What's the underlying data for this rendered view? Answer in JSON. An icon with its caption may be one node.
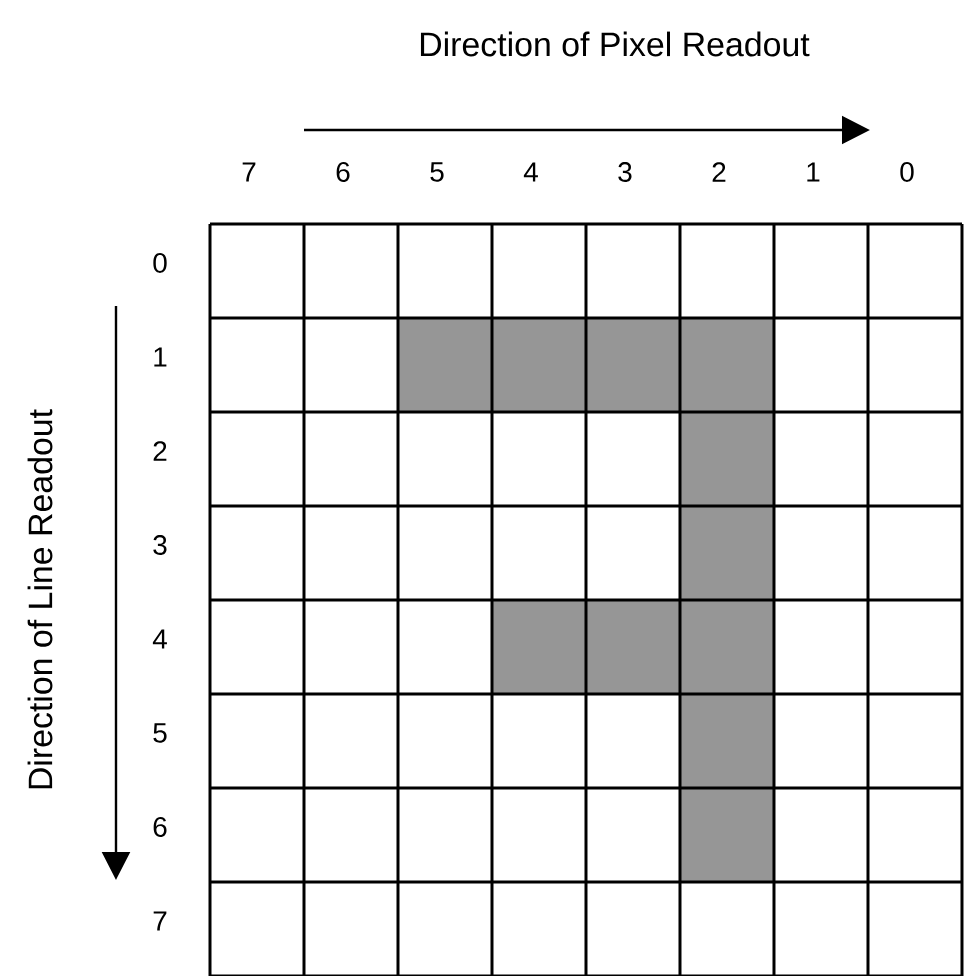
{
  "diagram": {
    "nodes": [
      {
        "text": [],
        "shape": "box"
      },
      {
        "text": [],
        "shape": "box"
      },
      {
        "text": [],
        "shape": "box"
      },
      {
        "text": [],
        "shape": "box"
      },
      {
        "text": [],
        "shape": "box"
      },
      {
        "text": [],
        "shape": "box"
      },
      {
        "text": [],
        "shape": "box"
      },
      {
        "text": [],
        "shape": "box"
      },
      {
        "text": [],
        "shape": "box"
      },
      {
        "text": [],
        "shape": "box"
      },
      {
        "text": [],
        "shape": "box"
      }
    ],
    "edges": [],
    "labels": [
      "Direction of Pixel Readout",
      "7",
      "6",
      "5",
      "4",
      "3",
      "2",
      "1",
      "0",
      "Direction of Line Readout",
      "0",
      "1",
      "2",
      "3",
      "4",
      "5",
      "6",
      "7"
    ]
  }
}
